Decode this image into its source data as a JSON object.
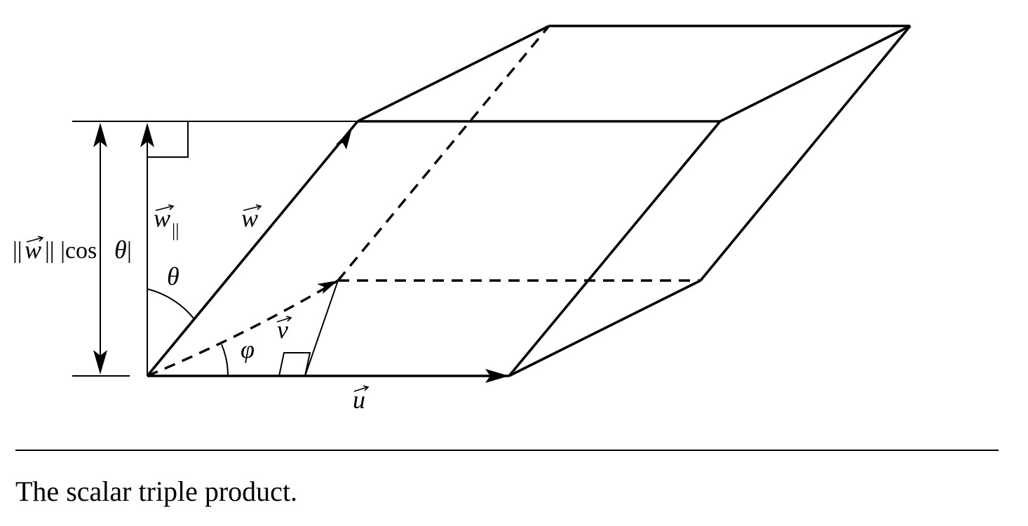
{
  "diagram": {
    "labels": {
      "u": "u",
      "v": "v",
      "w": "w",
      "w_parallel": "w",
      "w_parallel_sub": "||",
      "theta": "θ",
      "phi": "φ",
      "height_norm_open": "||",
      "height_norm_w": "w",
      "height_norm_close": "|| |cos",
      "height_theta": "θ",
      "height_abs_close": "|"
    }
  },
  "caption": "The scalar triple product."
}
